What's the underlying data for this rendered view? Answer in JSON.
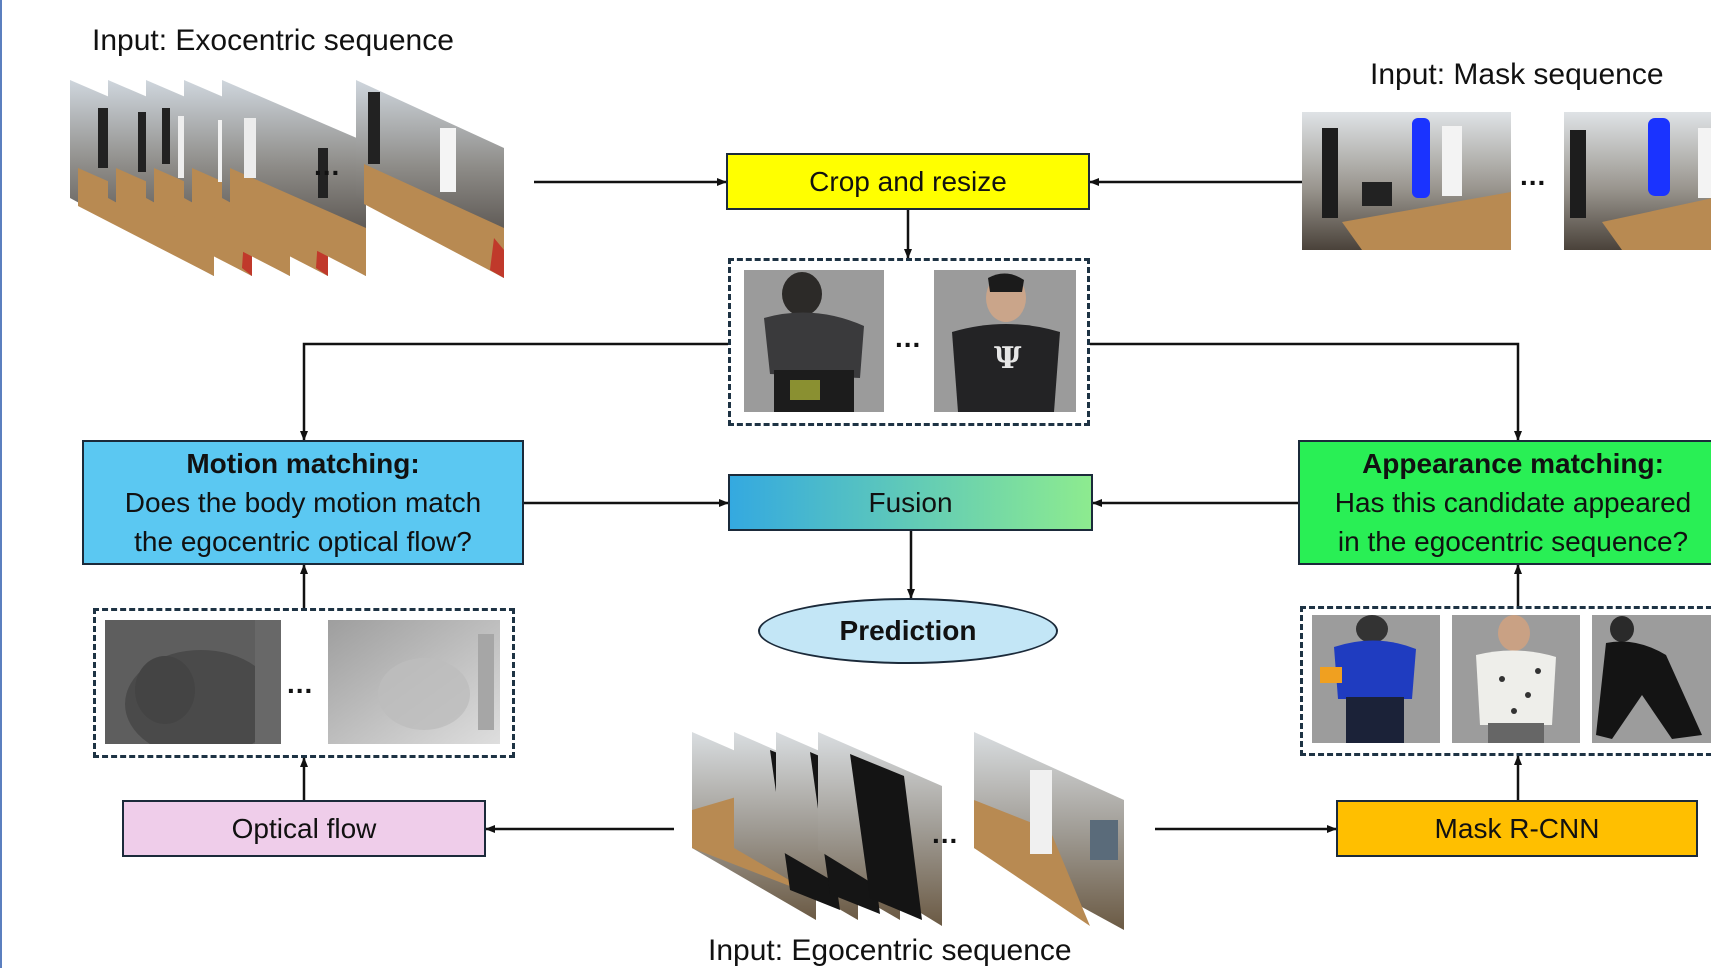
{
  "labels": {
    "exo_input": "Input: Exocentric sequence",
    "mask_input": "Input: Mask sequence",
    "ego_input": "Input: Egocentric sequence"
  },
  "boxes": {
    "crop": "Crop and resize",
    "fusion": "Fusion",
    "prediction": "Prediction",
    "optical_flow": "Optical flow",
    "mask_rcnn": "Mask R-CNN"
  },
  "motion": {
    "title": "Motion matching:",
    "line1": "Does the body motion match",
    "line2": "the egocentric optical flow?"
  },
  "appearance": {
    "title": "Appearance matching:",
    "line1": "Has this candidate appeared",
    "line2": "in the egocentric sequence?"
  },
  "ellipsis": "...",
  "colors": {
    "crop": "#ffff00",
    "motion": "#5bc8f2",
    "appearance": "#29ef55",
    "optical_flow": "#efcdea",
    "mask_rcnn": "#ffbf00",
    "prediction": "#c3e6f6",
    "fusion_start": "#34a9e0",
    "fusion_end": "#8deb8f"
  }
}
